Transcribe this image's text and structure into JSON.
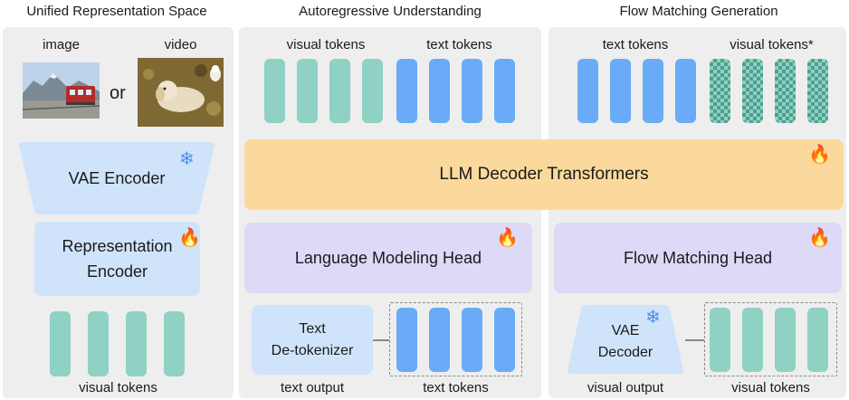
{
  "left": {
    "title": "Unified Representation Space",
    "image_label": "image",
    "video_label": "video",
    "or_label": "or",
    "vae_encoder": "VAE Encoder",
    "rep_encoder_line1": "Representation",
    "rep_encoder_line2": "Encoder",
    "tokens_label": "visual tokens"
  },
  "middle": {
    "title": "Autoregressive Understanding",
    "visual_tokens_label": "visual tokens",
    "text_tokens_label": "text tokens",
    "lm_head": "Language Modeling Head",
    "detok_line1": "Text",
    "detok_line2": "De-tokenizer",
    "output_label": "text output",
    "out_tokens_label": "text tokens"
  },
  "right": {
    "title": "Flow Matching Generation",
    "text_tokens_label": "text tokens",
    "visual_tokens_label": "visual tokens*",
    "fm_head": "Flow Matching Head",
    "vae_decoder_line1": "VAE",
    "vae_decoder_line2": "Decoder",
    "output_label": "visual output",
    "out_tokens_label": "visual tokens"
  },
  "shared": {
    "llm": "LLM Decoder Transformers"
  },
  "icons": {
    "snowflake": "❄",
    "fire": "🔥"
  },
  "colors": {
    "teal_token": "#8fd1c3",
    "blue_token": "#6aabf7",
    "llm_bar": "#fbd99c",
    "head_box": "#dcdaf7",
    "encoder_box": "#cfe4fb"
  }
}
